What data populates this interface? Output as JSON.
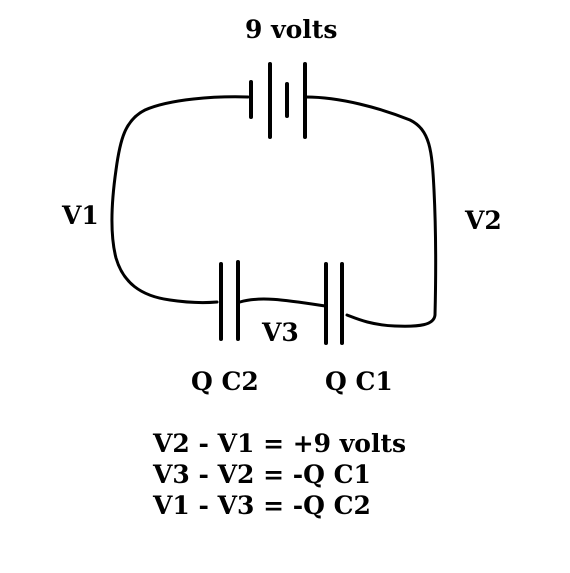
{
  "diagram": {
    "battery_label": "9 volts",
    "node_labels": {
      "v1": "V1",
      "v2": "V2",
      "v3": "V3"
    },
    "capacitor_labels": {
      "c2": "Q C2",
      "c1": "Q C1"
    },
    "equations": [
      "V2 - V1 = +9 volts",
      "V3 - V2 = -Q C1",
      "V1 - V3 = -Q C2"
    ],
    "colors": {
      "ink": "#000000",
      "background": "#ffffff"
    }
  }
}
